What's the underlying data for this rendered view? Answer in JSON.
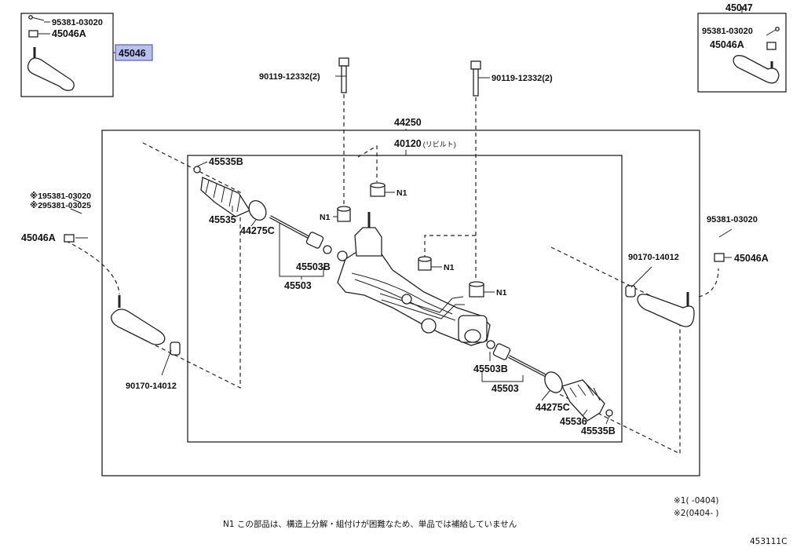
{
  "diagram_id": "453111C",
  "callouts": {
    "tie_rod_end_left_assy": "45046",
    "tie_rod_end_right_assy": "45047",
    "pin_top_left": "95381-03020",
    "nut_top_left": "45046A",
    "pin_top_right": "95381-03020",
    "nut_top_right": "45046A",
    "bolt_left": "90119-12332(2)",
    "bolt_right": "90119-12332(2)",
    "gear_assy": "44250",
    "rack_rebuilt_code": "40120",
    "rack_rebuilt_suffix": "(リビルト)",
    "clamp_left": "45535B",
    "boot_left": "45535",
    "clip_left": "44275C",
    "washer_left": "45503B",
    "rack_end_left": "45503",
    "pin_left_1": "※195381-03020",
    "pin_left_2": "※295381-03025",
    "nut_left": "45046A",
    "jam_nut_left": "90170-14012",
    "pin_right": "95381-03020",
    "nut_right": "45046A",
    "jam_nut_right": "90170-14012",
    "washer_right": "45503B",
    "rack_end_right": "45503",
    "clip_right": "44275C",
    "boot_right": "45536",
    "clamp_right": "45535B",
    "n1": "N1"
  },
  "footnotes": {
    "n1_note": "N1  この部品は、構造上分解・組付けが困難なため、単品では補給していません",
    "period_1": "※1(    -0404)",
    "period_2": "※2(0404-    )"
  },
  "colors": {
    "highlight": "#b8c0ef",
    "line": "#222222"
  }
}
